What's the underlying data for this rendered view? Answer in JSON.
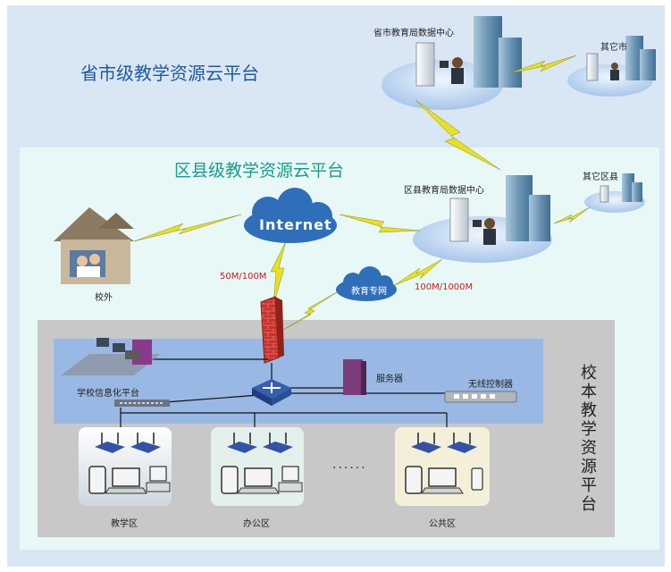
{
  "titles": {
    "provincial": "省市级教学资源云平台",
    "district": "区县级教学资源云平台",
    "school": "校本教学资源平台"
  },
  "nodes": {
    "provincial_center": "省市教育局数据中心",
    "other_city": "其它市",
    "district_center": "区县教育局数据中心",
    "other_district": "其它区县",
    "off_campus": "校外",
    "internet": "Internet",
    "edu_network": "教育专网",
    "school_info_platform": "学校信息化平台",
    "server": "服务器",
    "wireless_controller": "无线控制器"
  },
  "links": {
    "internet_bandwidth": "50M/100M",
    "edu_bandwidth": "100M/1000M"
  },
  "zones": [
    {
      "label": "教学区"
    },
    {
      "label": "办公区"
    },
    {
      "label": "公共区"
    }
  ],
  "ellipsis": "......",
  "colors": {
    "outer_bg": "#d9e6f4",
    "district_bg": "#e7f8f7",
    "school_bg": "#c8c8c8",
    "lan_band": "#9ab8e4",
    "cloud": "#2f6fba",
    "firewall": "#c8332b",
    "lightning": "#e8e020",
    "bandwidth_text": "#d01818"
  }
}
